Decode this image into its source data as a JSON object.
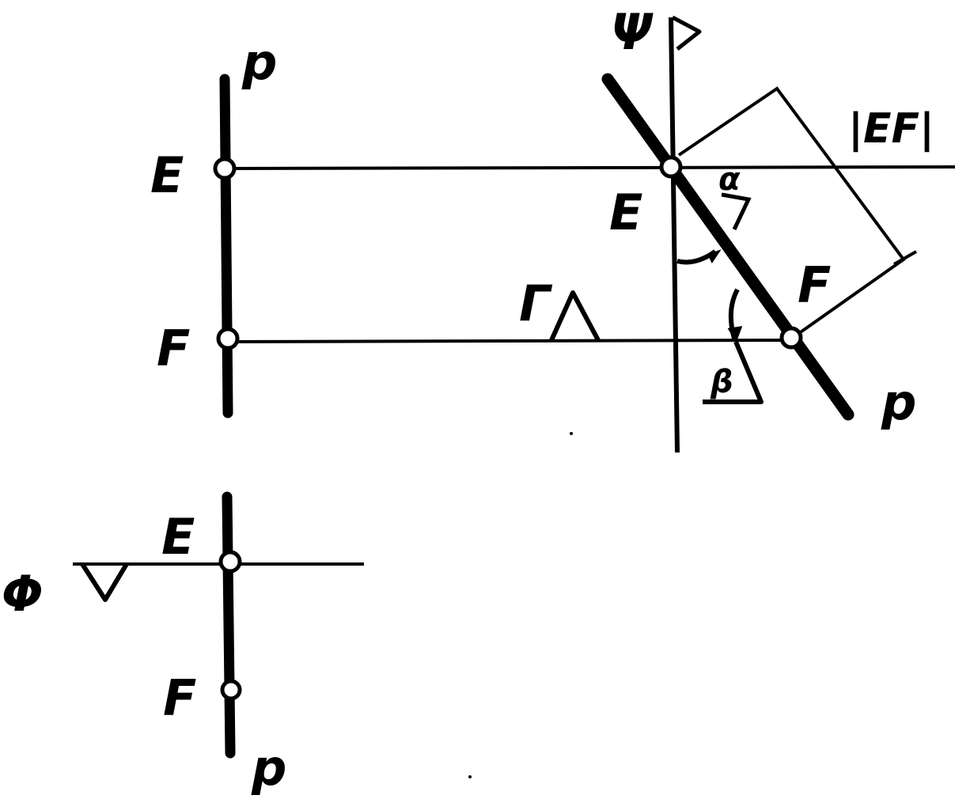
{
  "figure": {
    "colors": {
      "ink": "#000000",
      "paper": "#ffffff"
    },
    "labels": {
      "p_front_top": "p",
      "e_front": "E",
      "f_front": "F",
      "psi": "Ψ",
      "ef_length": "|EF|",
      "e_aux": "E",
      "alpha": "α",
      "f_aux": "F",
      "gamma": "Γ",
      "beta": "β",
      "p_aux": "p",
      "e_top": "E",
      "phi": "Φ",
      "f_top": "F",
      "p_top": "p"
    }
  }
}
